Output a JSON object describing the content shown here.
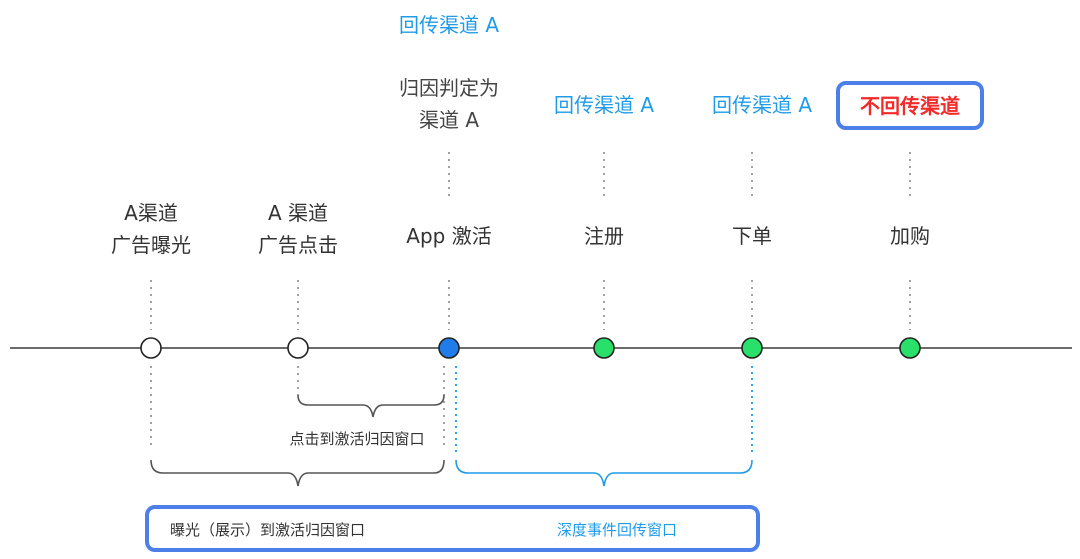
{
  "colors": {
    "axis": "#3a3a3a",
    "dotted_gray": "#8a8a8a",
    "blue_text": "#1f9be8",
    "red_text": "#f22a2a",
    "box_border": "#4d7fe8",
    "node_hollow": "#ffffff",
    "node_blue": "#1f7ce8",
    "node_green": "#29e06a",
    "node_stroke": "#222222",
    "text": "#333333"
  },
  "events": [
    {
      "label": [
        "A渠道",
        "广告曝光"
      ],
      "node": "hollow",
      "status": []
    },
    {
      "label": [
        "A 渠道",
        "广告点击"
      ],
      "node": "hollow",
      "status": []
    },
    {
      "label": [
        "App 激活"
      ],
      "node": "blue",
      "status": [
        "归因判定为",
        "渠道 A"
      ],
      "status_style": "gray",
      "extra": "回传渠道 A"
    },
    {
      "label": [
        "注册"
      ],
      "node": "green",
      "status": [
        "回传渠道 A"
      ],
      "status_style": "blue"
    },
    {
      "label": [
        "下单"
      ],
      "node": "green",
      "status": [
        "回传渠道 A"
      ],
      "status_style": "blue"
    },
    {
      "label": [
        "加购"
      ],
      "node": "green",
      "status": [
        "不回传渠道"
      ],
      "status_style": "red-boxed"
    }
  ],
  "windows": {
    "click_window": "点击到激活归因窗口",
    "exposure_window": "曝光（展示）到激活归因窗口",
    "deep_event_window": "深度事件回传窗口"
  }
}
